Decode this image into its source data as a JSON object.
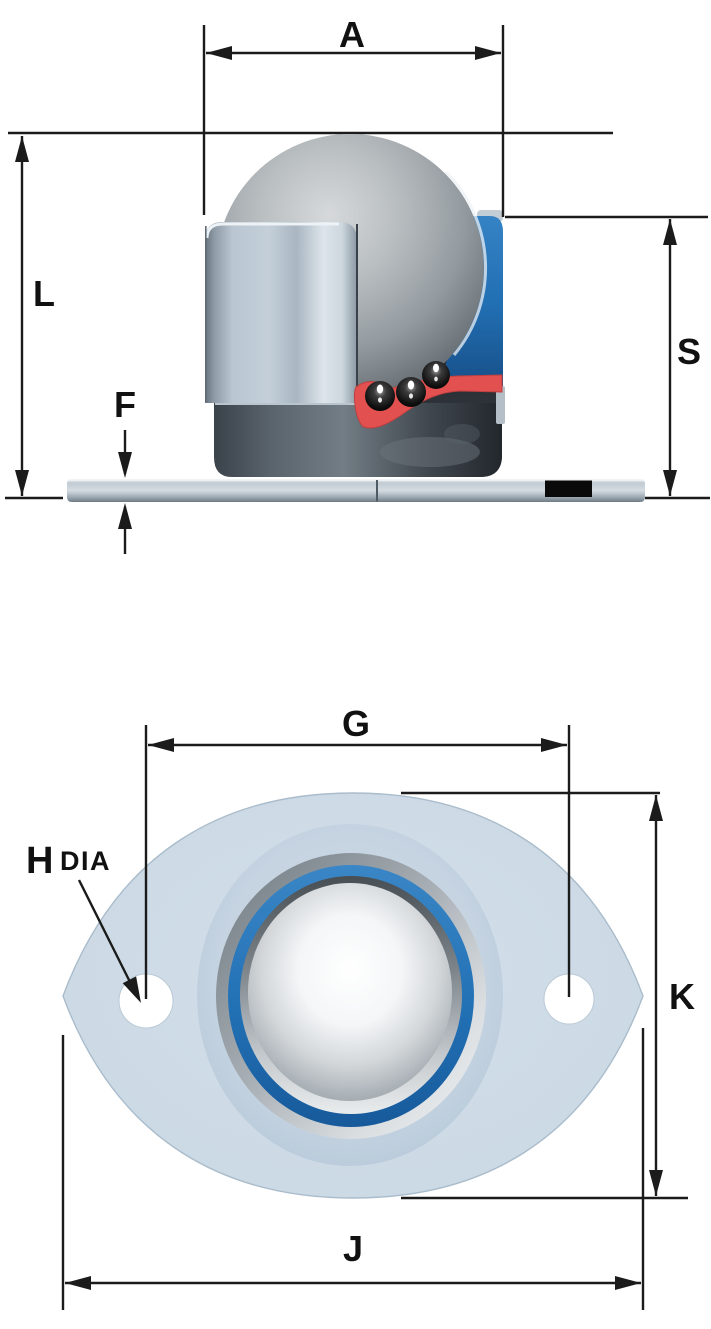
{
  "dims": {
    "a": "A",
    "l": "L",
    "s": "S",
    "f": "F",
    "g": "G",
    "h": "H",
    "dia": "DIA",
    "k": "K",
    "j": "J"
  },
  "colors": {
    "line": "#1b1b1b",
    "cup_blue": "#2270b4",
    "seal_red": "#e2514f",
    "flange_light_blue": "#ccdae6",
    "steel_gray": "#9aa2a8",
    "black_band": "#0a0a0a"
  }
}
